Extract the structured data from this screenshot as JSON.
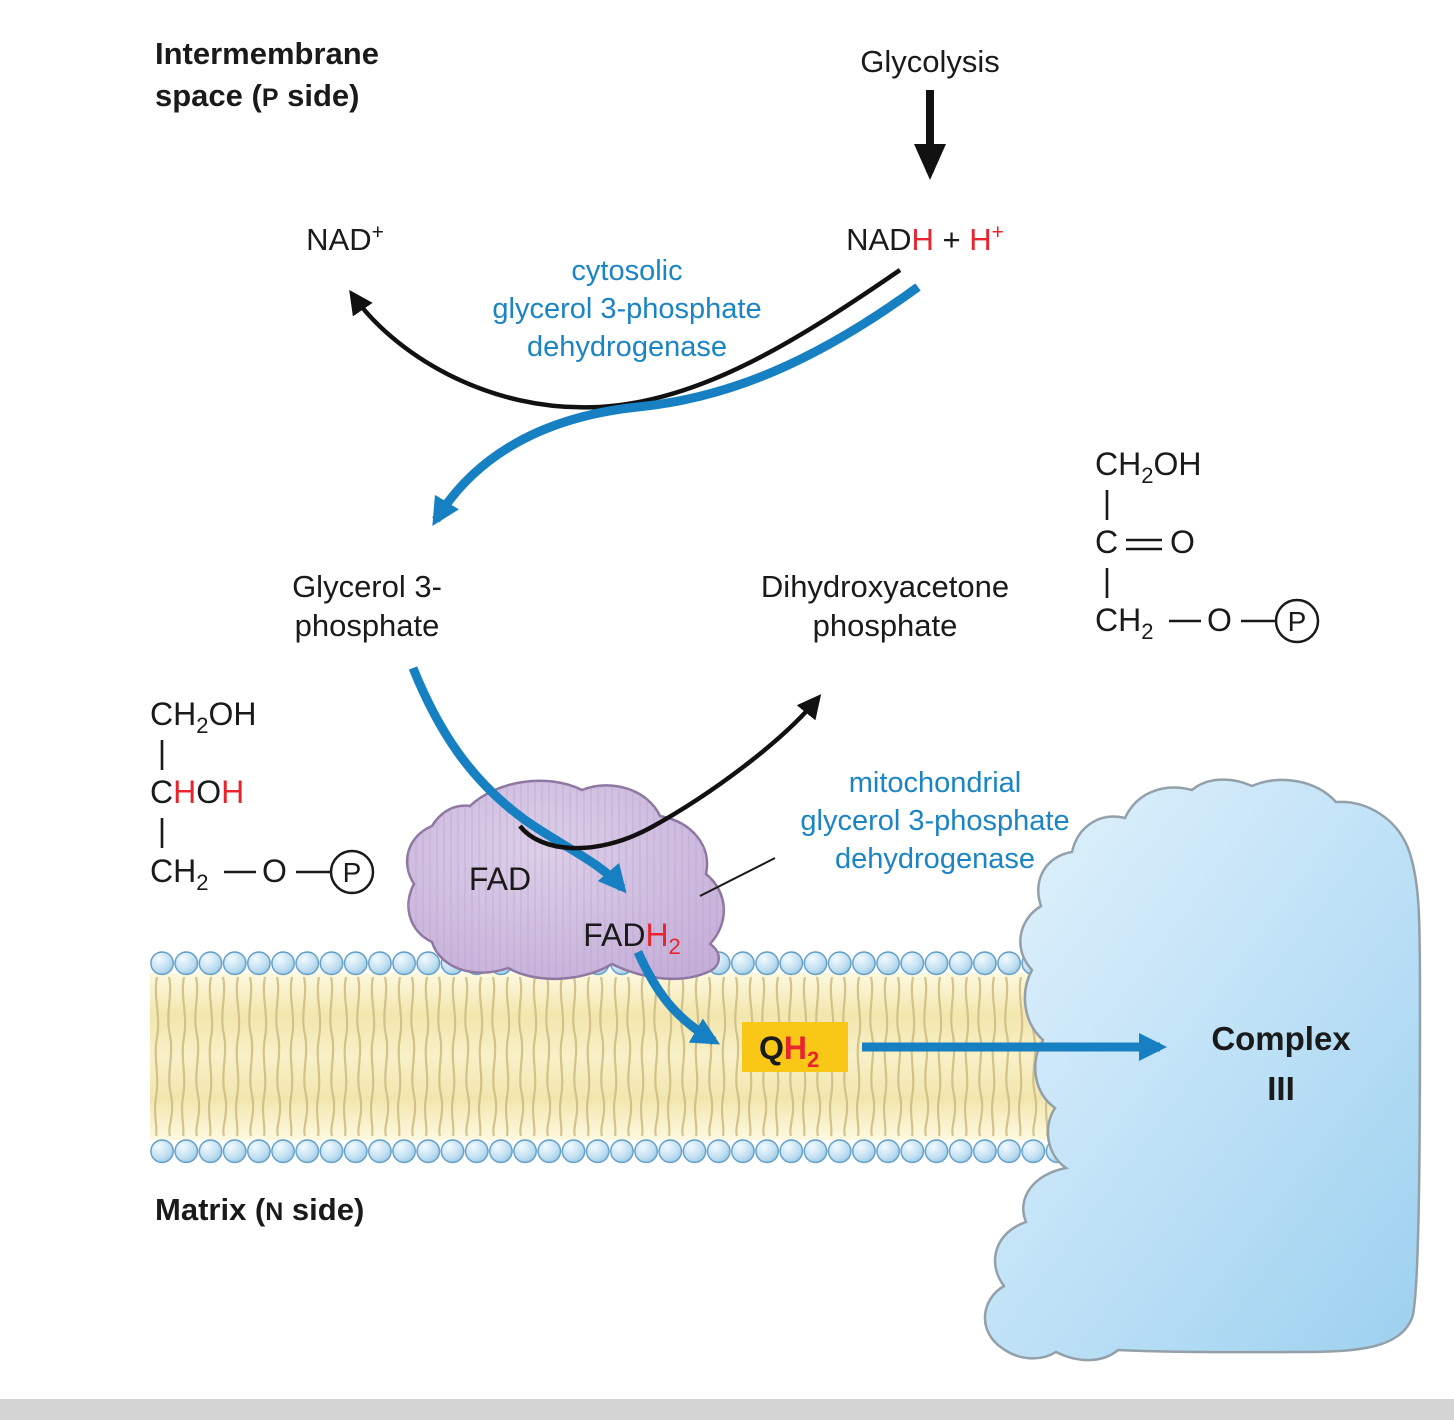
{
  "regions": {
    "intermembrane_line1": "Intermembrane",
    "intermembrane_line2_pre": "space (",
    "intermembrane_p": "P",
    "intermembrane_line2_post": " side)",
    "matrix_pre": "Matrix (",
    "matrix_n": "N",
    "matrix_post": " side)"
  },
  "top": {
    "glycolysis": "Glycolysis",
    "nadh": {
      "nad": "NAD",
      "h1": "H",
      "mid": " + ",
      "h2": "H",
      "sup": "+"
    },
    "nad": {
      "nad": "NAD",
      "sup": "+"
    }
  },
  "enzymes": {
    "cytosolic_line1": "cytosolic",
    "cytosolic_line2": "glycerol 3-phosphate",
    "cytosolic_line3": "dehydrogenase",
    "mito_line1": "mitochondrial",
    "mito_line2": "glycerol 3-phosphate",
    "mito_line3": "dehydrogenase"
  },
  "metabolites": {
    "g3p_line1": "Glycerol 3-",
    "g3p_line2": "phosphate",
    "dhap_line1": "Dihydroxyacetone",
    "dhap_line2": "phosphate"
  },
  "cofactors": {
    "fad": "FAD",
    "fadh2": {
      "fad": "FAD",
      "h": "H",
      "sub": "2"
    },
    "qh2": {
      "q": "Q",
      "h": "H",
      "sub": "2"
    }
  },
  "complex3": {
    "line1": "Complex",
    "line2": "III"
  },
  "structures": {
    "g3p": {
      "row1": {
        "ch": "CH",
        "sub": "2",
        "oh": "OH"
      },
      "row2": {
        "c": "C",
        "h1": "H",
        "o": "O",
        "h2": "H"
      },
      "row3": {
        "ch": "CH",
        "sub": "2",
        "o": "O",
        "p": "P"
      }
    },
    "dhap": {
      "row1": {
        "ch": "CH",
        "sub": "2",
        "oh": "OH"
      },
      "row2": {
        "c": "C",
        "o": "O"
      },
      "row3": {
        "ch": "CH",
        "sub": "2",
        "o": "O",
        "p": "P"
      }
    }
  },
  "colors": {
    "arrow_blue": "#1680c3",
    "text_blue": "#1b84c5",
    "highlight_red": "#e8242f",
    "enzyme_purple": "#cbb5dc",
    "membrane_yellow": "#f5ebb9",
    "qh2_box_yellow": "#f9c716",
    "complex_blue": "#bfe2f7",
    "text_black": "#1a1a1a"
  }
}
